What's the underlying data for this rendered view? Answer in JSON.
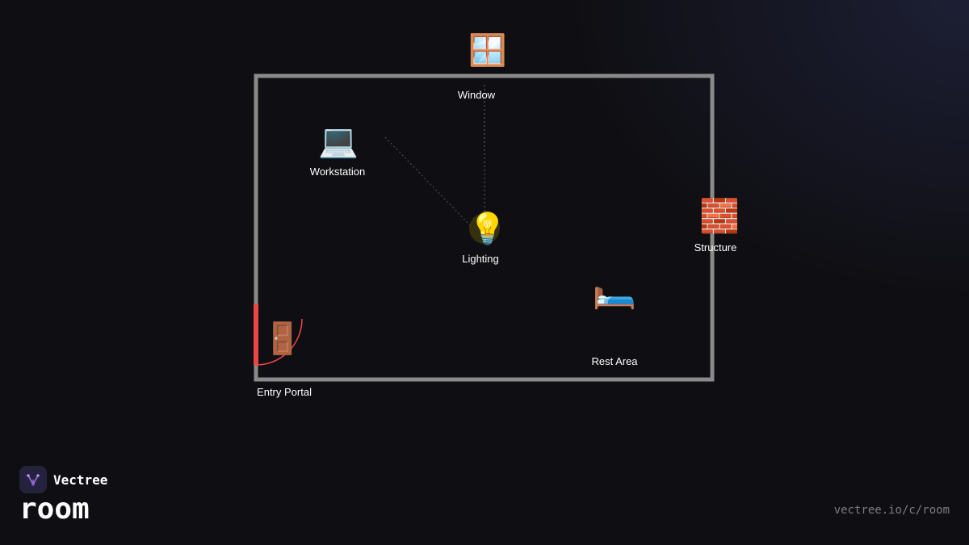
{
  "room": {
    "labels": {
      "window": "Window",
      "workstation": "Workstation",
      "lighting": "Lighting",
      "structure": "Structure",
      "rest_area": "Rest Area",
      "entry_portal": "Entry Portal"
    },
    "icons": {
      "window": "🪟",
      "workstation": "💻",
      "lighting": "💡",
      "structure": "🧱",
      "rest_area": "🛏️",
      "entry_portal": "🚪"
    }
  },
  "colors": {
    "wall": "#8a8a8a",
    "door": "#ef4444",
    "background": "#0f0f13"
  },
  "footer": {
    "brand": "Vectree",
    "page_word": "room",
    "url": "vectree.io/c/room"
  }
}
